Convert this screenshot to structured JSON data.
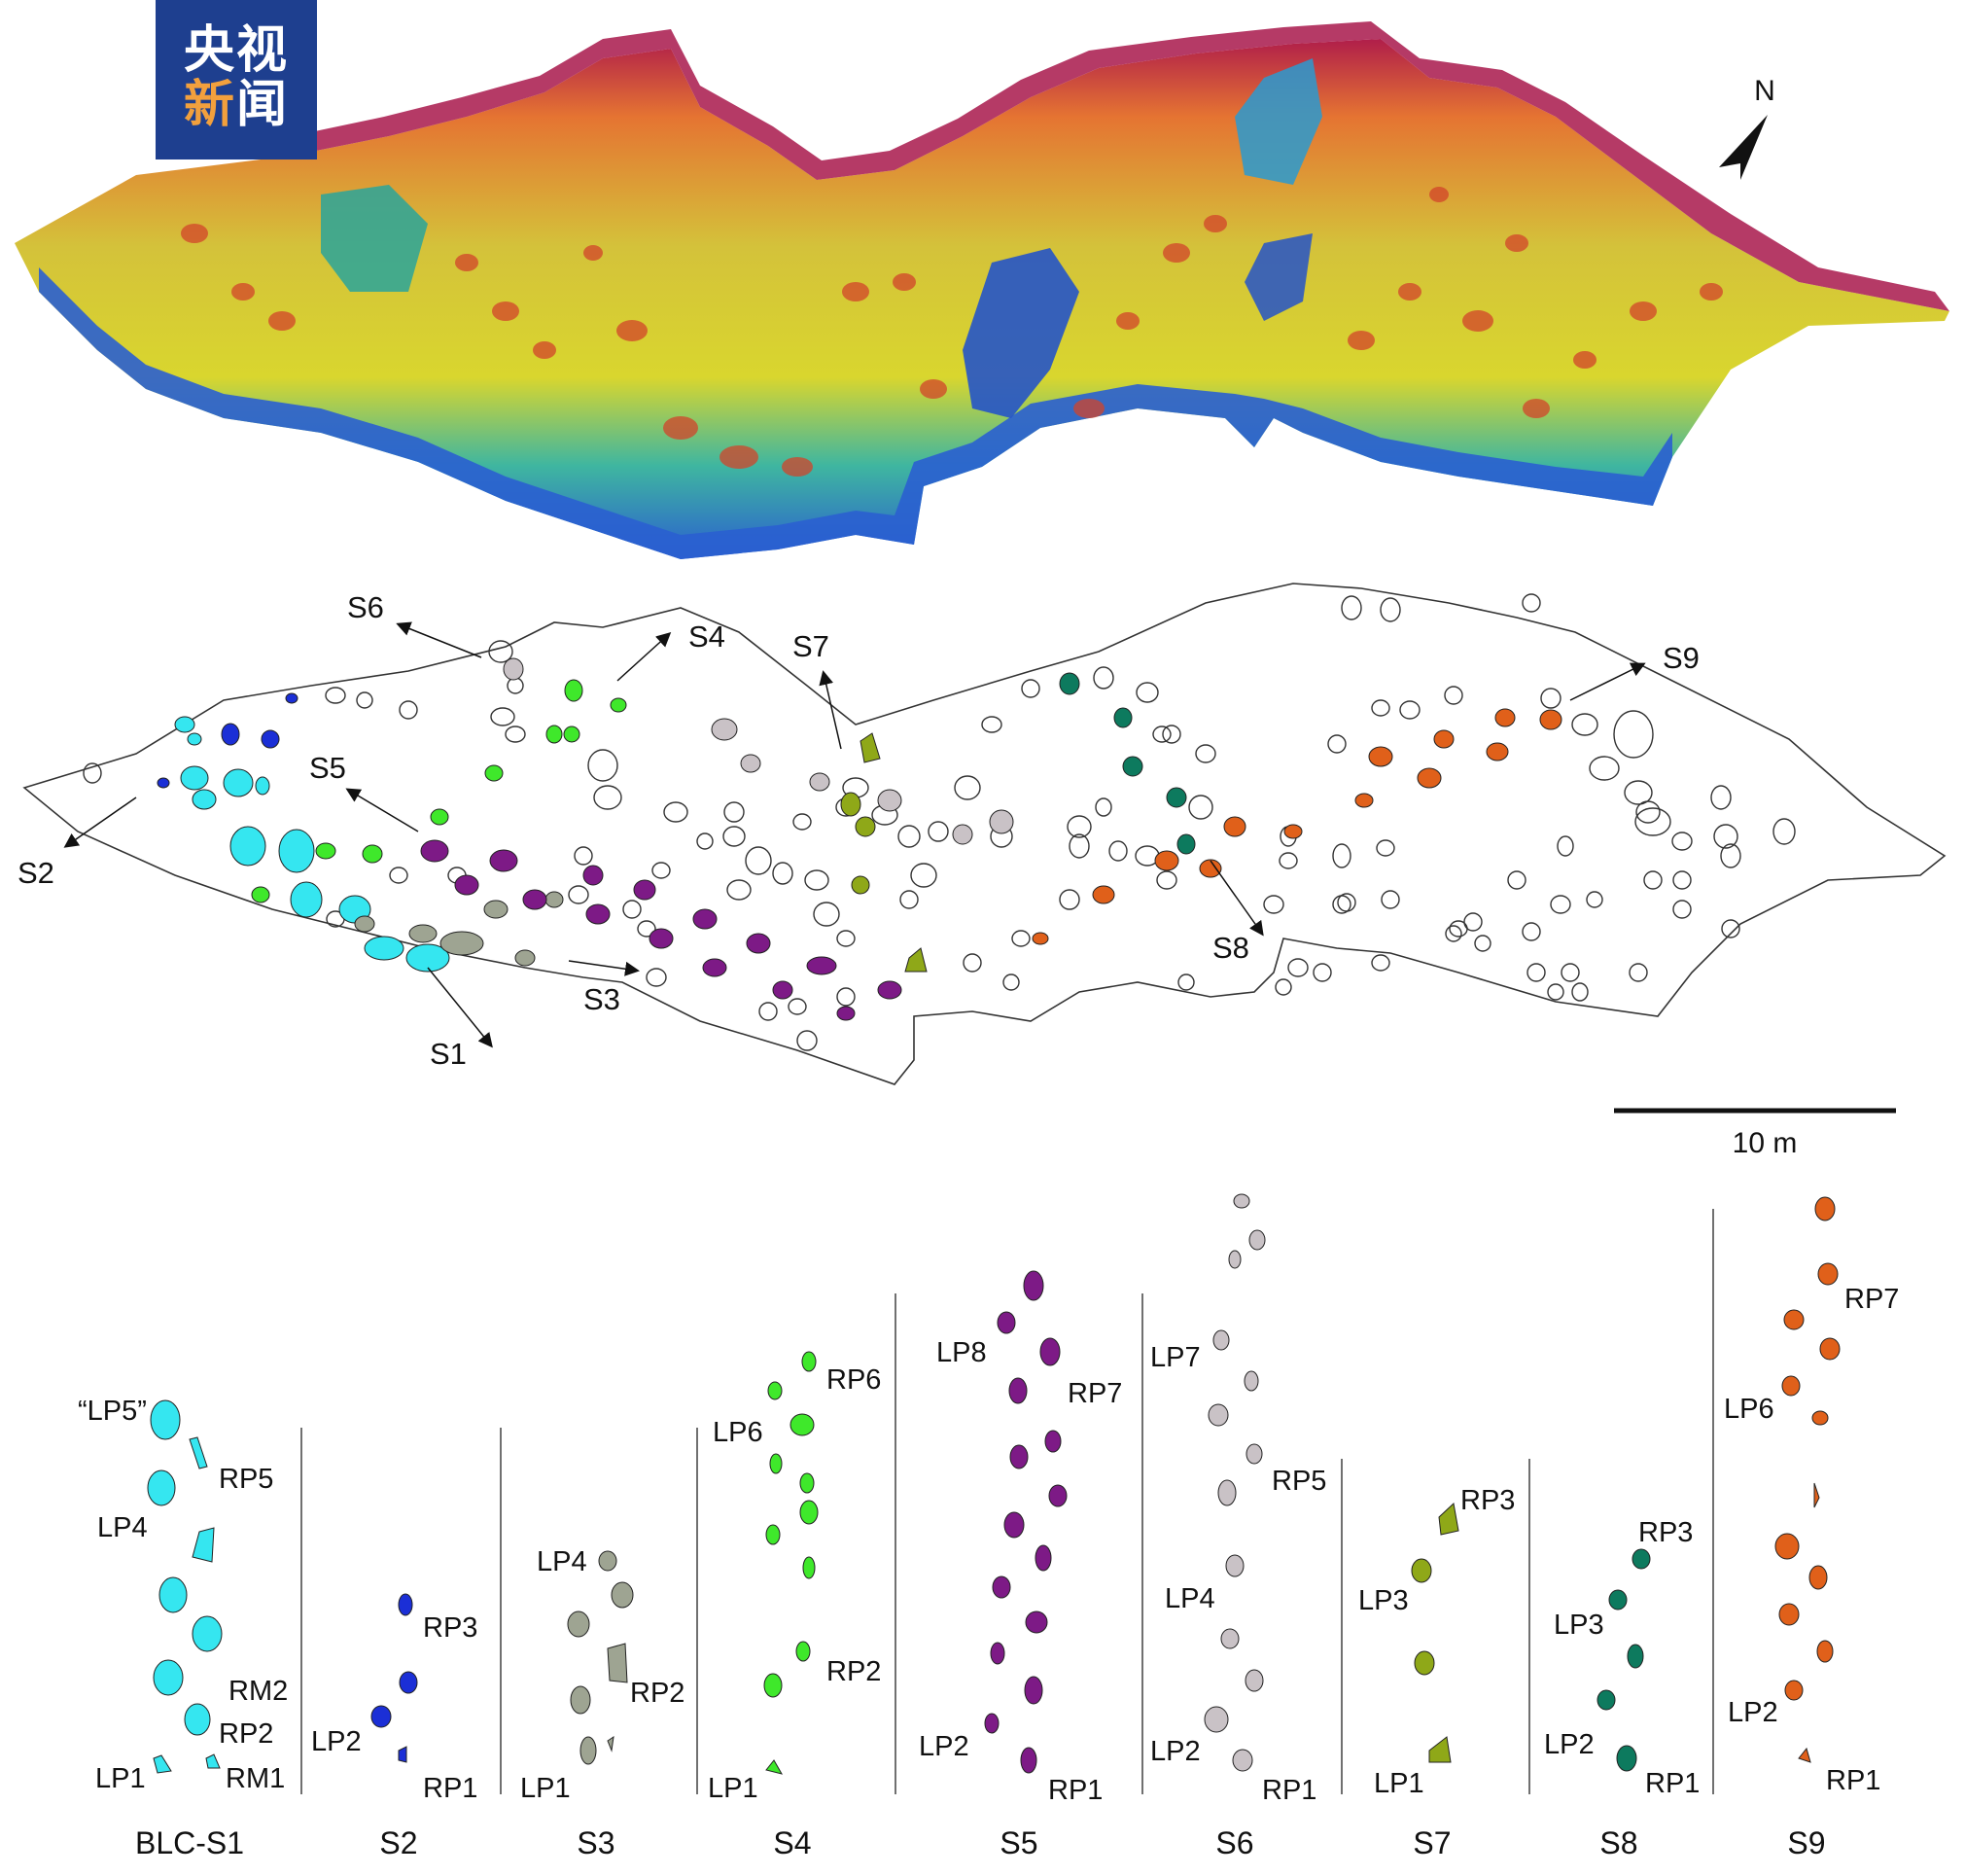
{
  "logo": {
    "line1": "央视",
    "line2a": "新",
    "line2b": "闻"
  },
  "north_label": "N",
  "scale_bar_label": "10 m",
  "map_labels": {
    "s1": "S1",
    "s2": "S2",
    "s3": "S3",
    "s4": "S4",
    "s5": "S5",
    "s6": "S6",
    "s7": "S7",
    "s8": "S8",
    "s9": "S9"
  },
  "trackways": [
    {
      "title": "BLC-S1",
      "color": "#35e6f0",
      "labels": [
        "“LP5”",
        "RP5",
        "LP4",
        "RM2",
        "RP2",
        "LP1",
        "RM1"
      ]
    },
    {
      "title": "S2",
      "color": "#1b2fd6",
      "labels": [
        "RP3",
        "LP2",
        "RP1"
      ]
    },
    {
      "title": "S3",
      "color": "#9ea492",
      "labels": [
        "LP4",
        "RP2",
        "LP1"
      ]
    },
    {
      "title": "S4",
      "color": "#3fe82b",
      "labels": [
        "RP6",
        "LP6",
        "RP2",
        "LP1"
      ]
    },
    {
      "title": "S5",
      "color": "#7d1a86",
      "labels": [
        "LP8",
        "RP7",
        "LP2",
        "RP1"
      ]
    },
    {
      "title": "S6",
      "color": "#c9c2c6",
      "labels": [
        "LP7",
        "RP5",
        "LP4",
        "LP2",
        "RP1"
      ]
    },
    {
      "title": "S7",
      "color": "#8fa818",
      "labels": [
        "RP3",
        "LP3",
        "LP1"
      ]
    },
    {
      "title": "S8",
      "color": "#0d7a5e",
      "labels": [
        "RP3",
        "LP3",
        "LP2",
        "RP1"
      ]
    },
    {
      "title": "S9",
      "color": "#e0601a",
      "labels": [
        "RP7",
        "LP6",
        "LP2",
        "RP1"
      ]
    }
  ],
  "colors": {
    "relief_low": "#1f5fc8",
    "relief_mid": "#d7d62a",
    "relief_high": "#d5301f",
    "relief_top": "#a3154e"
  }
}
